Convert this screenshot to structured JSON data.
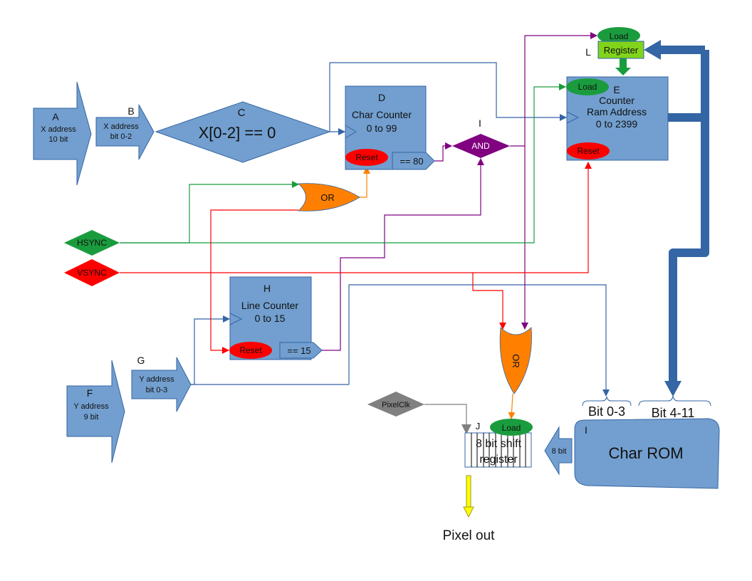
{
  "colors": {
    "block": "#729fcf",
    "bus": "#3465a4",
    "green": "#1a9c3e",
    "red": "#ff0000",
    "purple": "#800080",
    "orange": "#ff8000",
    "gray": "#808080",
    "register": "#81d41a",
    "yellow": "#ffff00"
  },
  "blocks": {
    "a": {
      "letter": "A",
      "line1": "X address",
      "line2": "10 bit"
    },
    "b": {
      "letter": "B",
      "line1": "X address",
      "line2": "bit 0-2"
    },
    "c": {
      "letter": "C",
      "expr": "X[0-2] == 0"
    },
    "d": {
      "letter": "D",
      "line1": "Char Counter",
      "line2": "0 to 99",
      "reset": "Reset",
      "compare": "== 80"
    },
    "i_and": {
      "letter": "I",
      "label": "AND"
    },
    "e": {
      "letter": "E",
      "line1": "Counter",
      "line2": "Ram Address",
      "line3": "0 to 2399",
      "load": "Load",
      "reset": "Reset"
    },
    "l": {
      "letter": "L",
      "label": "Register",
      "load": "Load"
    },
    "or_top": {
      "label": "OR"
    },
    "hsync": {
      "label": "HSYNC"
    },
    "vsync": {
      "label": "VSYNC"
    },
    "h": {
      "letter": "H",
      "line1": "Line Counter",
      "line2": "0 to 15",
      "reset": "Reset",
      "compare": "== 15"
    },
    "f": {
      "letter": "F",
      "line1": "Y address",
      "line2": "9 bit"
    },
    "g": {
      "letter": "G",
      "line1": "Y address",
      "line2": "bit 0-3"
    },
    "or_vert": {
      "label": "OR"
    },
    "pixelclk": {
      "label": "PixelClk"
    },
    "j": {
      "letter": "J",
      "line1": "8 bit shift",
      "line2": "register",
      "load": "Load"
    },
    "rom_in": {
      "label": "8 bit"
    },
    "rom": {
      "letter": "I",
      "label": "Char ROM",
      "bits_low": "Bit 0-3",
      "bits_high": "Bit 4-11"
    },
    "output": {
      "label": "Pixel out"
    }
  }
}
